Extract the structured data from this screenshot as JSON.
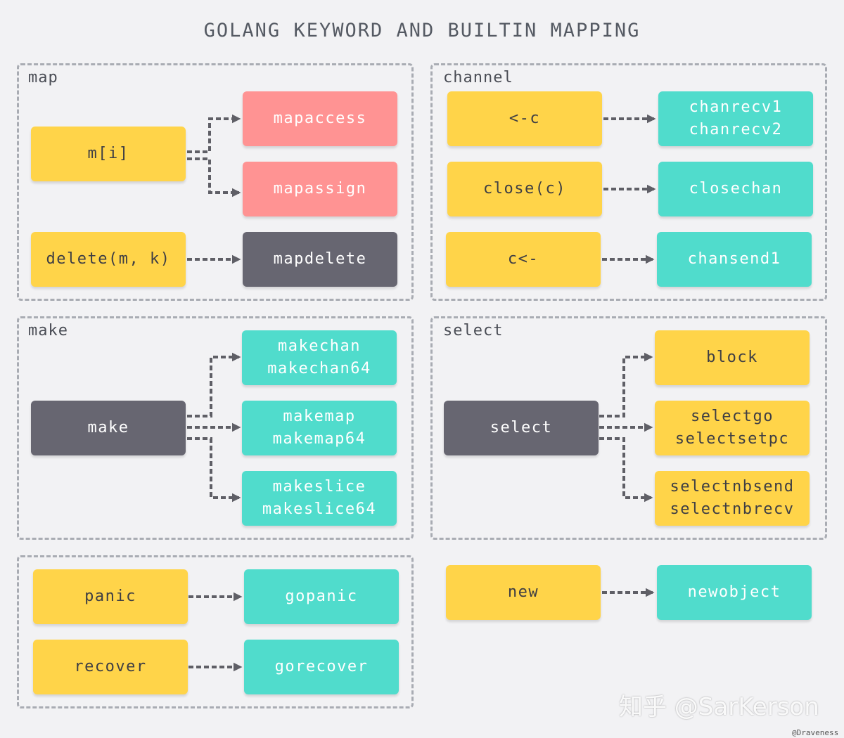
{
  "title": "GOLANG KEYWORD AND BUILTIN MAPPING",
  "groups": {
    "map": "map",
    "channel": "channel",
    "make": "make",
    "select": "select"
  },
  "nodes": {
    "m_i": "m[i]",
    "mapaccess": "mapaccess",
    "mapassign": "mapassign",
    "delete": "delete(m, k)",
    "mapdelete": "mapdelete",
    "recv": "<-c",
    "chanrecv1": "chanrecv1",
    "chanrecv2": "chanrecv2",
    "close": "close(c)",
    "closechan": "closechan",
    "send": "c<-",
    "chansend1": "chansend1",
    "make": "make",
    "makechan": "makechan",
    "makechan64": "makechan64",
    "makemap": "makemap",
    "makemap64": "makemap64",
    "makeslice": "makeslice",
    "makeslice64": "makeslice64",
    "select": "select",
    "block": "block",
    "selectgo": "selectgo",
    "selectsetpc": "selectsetpc",
    "selectnbsend": "selectnbsend",
    "selectnbrecv": "selectnbrecv",
    "panic": "panic",
    "gopanic": "gopanic",
    "recover": "recover",
    "gorecover": "gorecover",
    "new": "new",
    "newobject": "newobject"
  },
  "watermark": "知乎 @SarKerson",
  "credit": "@Draveness",
  "colors": {
    "yellow": "#ffd449",
    "teal": "#50dccc",
    "pink": "#ff9393",
    "dark": "#676671",
    "border": "#a9acb3",
    "arrow": "#5f5f66"
  }
}
